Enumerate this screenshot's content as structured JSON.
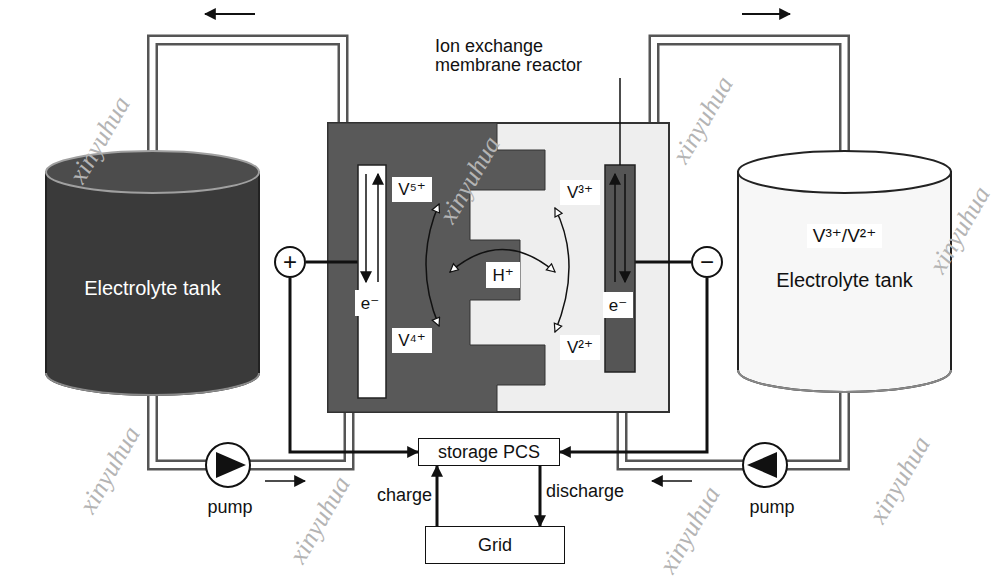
{
  "diagram": {
    "nodes": [
      {
        "text": [
          "Electrolyte tank"
        ]
      },
      {
        "text": [
          "+"
        ]
      },
      {
        "text": [
          "Ion exchange membrane reactor"
        ]
      },
      {
        "text": [
          "V⁵⁺"
        ],
        "in": 2
      },
      {
        "text": [
          "e⁻"
        ],
        "in": 2
      },
      {
        "text": [
          "V⁴⁺"
        ],
        "in": 2
      },
      {
        "text": [
          "H⁺"
        ],
        "in": 2
      },
      {
        "text": [
          "V³⁺"
        ],
        "in": 2
      },
      {
        "text": [
          "e⁻"
        ],
        "in": 2
      },
      {
        "text": [
          "V²⁺"
        ],
        "in": 2
      },
      {
        "text": [
          "−"
        ]
      },
      {
        "text": [
          "V³⁺/V²⁺",
          "Electrolyte tank"
        ]
      },
      {
        "text": [
          "storage PCS"
        ]
      },
      {
        "text": [
          "Grid"
        ]
      }
    ],
    "edges": [
      {
        "from": 0,
        "to": 2,
        "arrow": "none"
      },
      {
        "from": 0,
        "to": 2,
        "arrow": "none"
      },
      {
        "from": 2,
        "to": 11,
        "arrow": "none"
      },
      {
        "from": 11,
        "to": 2,
        "arrow": "none"
      },
      {
        "from": 1,
        "to": 12,
        "arrow": "to"
      },
      {
        "from": 10,
        "to": 12,
        "arrow": "to"
      },
      {
        "from": 13,
        "to": 12,
        "label": "charge",
        "arrow": "to"
      },
      {
        "from": 12,
        "to": 13,
        "label": "discharge",
        "arrow": "to"
      }
    ],
    "labels": [
      "pump",
      "pump",
      "xinyuhua",
      "xinyuhua",
      "xinyuhua",
      "xinyuhua",
      "xinyuhua",
      "xinyuhua",
      "xinyuhua",
      "xinyuhua"
    ]
  }
}
